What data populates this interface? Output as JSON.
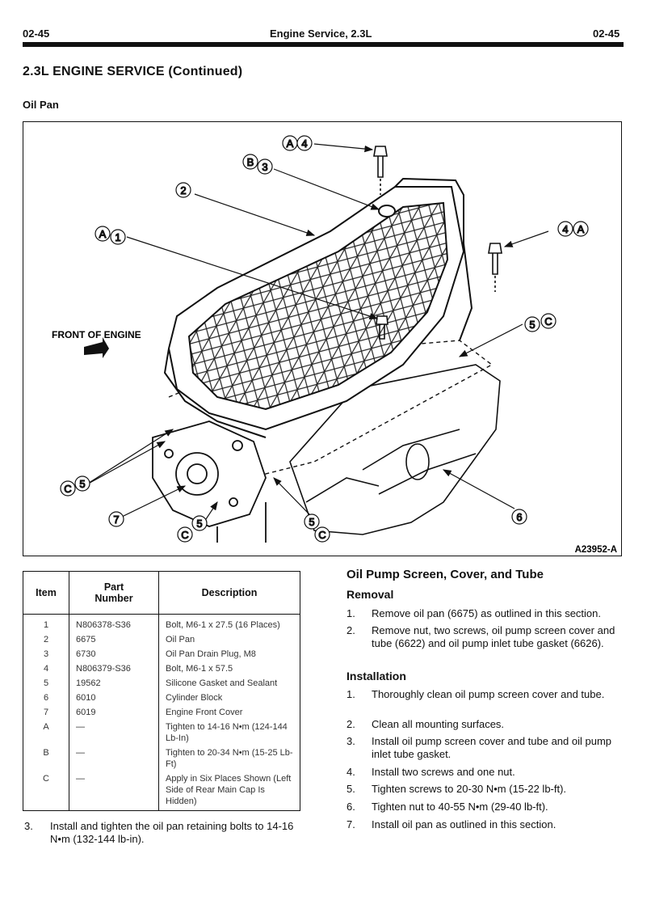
{
  "header": {
    "page_left": "02-45",
    "title": "Engine Service, 2.3L",
    "page_right": "02-45"
  },
  "section_title": "2.3L ENGINE SERVICE (Continued)",
  "subsection_title": "Oil Pan",
  "figure": {
    "front_label": "FRONT OF ENGINE",
    "figure_id": "A23952-A",
    "callouts": {
      "a": "A",
      "b": "B",
      "c": "C",
      "n1": "1",
      "n2": "2",
      "n3": "3",
      "n4": "4",
      "n5": "5",
      "n6": "6",
      "n7": "7"
    }
  },
  "parts_table": {
    "headers": [
      "Item",
      "Part\nNumber",
      "Description"
    ],
    "rows": [
      {
        "item": "1",
        "part": "N806378-S36",
        "desc": "Bolt, M6-1 x 27.5 (16 Places)"
      },
      {
        "item": "2",
        "part": "6675",
        "desc": "Oil Pan"
      },
      {
        "item": "3",
        "part": "6730",
        "desc": "Oil Pan Drain Plug, M8"
      },
      {
        "item": "4",
        "part": "N806379-S36",
        "desc": "Bolt, M6-1 x 57.5"
      },
      {
        "item": "5",
        "part": "19562",
        "desc": "Silicone Gasket and Sealant"
      },
      {
        "item": "6",
        "part": "6010",
        "desc": "Cylinder Block"
      },
      {
        "item": "7",
        "part": "6019",
        "desc": "Engine Front Cover"
      },
      {
        "item": "A",
        "part": "—",
        "desc": "Tighten to 14-16 N•m (124-144 Lb-In)"
      },
      {
        "item": "B",
        "part": "—",
        "desc": "Tighten to 20-34 N•m (15-25 Lb-Ft)"
      },
      {
        "item": "C",
        "part": "—",
        "desc": "Apply in Six Places Shown (Left Side of Rear Main Cap Is Hidden)"
      }
    ]
  },
  "left_step": {
    "num": "3.",
    "text": "Install and tighten the oil pan retaining bolts to 14-16 N•m (132-144 lb-in)."
  },
  "right_column": {
    "heading": "Oil Pump Screen, Cover, and Tube",
    "removal_heading": "Removal",
    "removal_steps": [
      {
        "num": "1.",
        "text": "Remove oil pan (6675) as outlined in this section."
      },
      {
        "num": "2.",
        "text": "Remove nut, two screws, oil pump screen cover and tube (6622) and oil pump inlet tube gasket (6626)."
      }
    ],
    "installation_heading": "Installation",
    "installation_steps": [
      {
        "num": "1.",
        "text": "Thoroughly clean oil pump screen cover and tube."
      },
      {
        "num": "2.",
        "text": "Clean all mounting surfaces."
      },
      {
        "num": "3.",
        "text": "Install oil pump screen cover and tube and oil pump inlet tube gasket."
      },
      {
        "num": "4.",
        "text": "Install two screws and one nut."
      },
      {
        "num": "5.",
        "text": "Tighten screws to 20-30 N•m (15-22 lb-ft)."
      },
      {
        "num": "6.",
        "text": "Tighten nut to 40-55 N•m (29-40 lb-ft)."
      },
      {
        "num": "7.",
        "text": "Install oil pan as outlined in this section."
      }
    ]
  }
}
